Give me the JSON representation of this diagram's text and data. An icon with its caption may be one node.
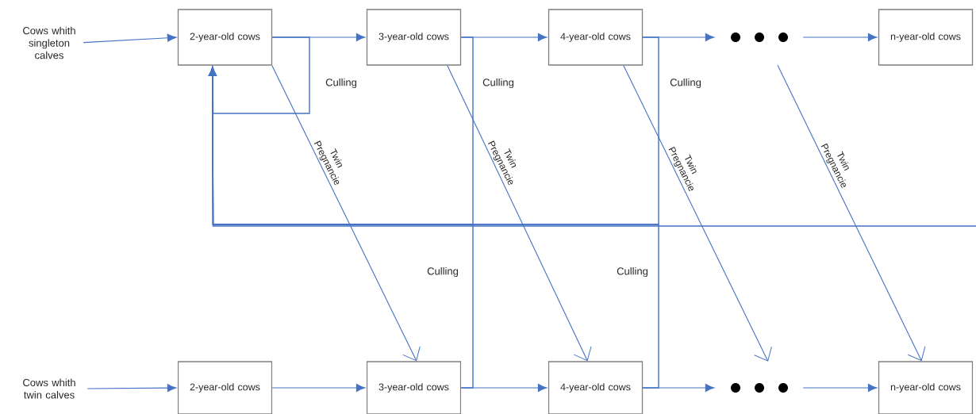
{
  "diagram": {
    "nodes": [
      {
        "text": [
          "Cows whith singleton calves"
        ]
      },
      {
        "text": [
          "2-year-old cows"
        ]
      },
      {
        "text": [
          "3-year-old cows"
        ]
      },
      {
        "text": [
          "4-year-old cows"
        ]
      },
      {
        "text": [],
        "shape": "dots"
      },
      {
        "text": [
          "n-year-old cows"
        ]
      },
      {
        "text": [
          "Cows whith twin calves"
        ]
      },
      {
        "text": [
          "2-year-old cows"
        ]
      },
      {
        "text": [
          "3-year-old cows"
        ]
      },
      {
        "text": [
          "4-year-old cows"
        ]
      },
      {
        "text": [],
        "shape": "dots"
      },
      {
        "text": [
          "n-year-old cows"
        ]
      }
    ],
    "edges": [
      {
        "from": 0,
        "to": 1,
        "arrow": "to"
      },
      {
        "from": 1,
        "to": 2,
        "arrow": "to"
      },
      {
        "from": 2,
        "to": 3,
        "arrow": "to"
      },
      {
        "from": 3,
        "to": 4,
        "arrow": "to"
      },
      {
        "from": 4,
        "to": 5,
        "arrow": "to"
      },
      {
        "from": 6,
        "to": 7,
        "arrow": "to"
      },
      {
        "from": 7,
        "to": 8,
        "arrow": "to"
      },
      {
        "from": 8,
        "to": 9,
        "arrow": "to"
      },
      {
        "from": 9,
        "to": 10,
        "arrow": "to"
      },
      {
        "from": 10,
        "to": 11,
        "arrow": "to"
      },
      {
        "from": 1,
        "to": 8,
        "arrow": "to",
        "label": "Twin Pregnancie"
      },
      {
        "from": 2,
        "to": 9,
        "arrow": "to",
        "label": "Twin Pregnancie"
      },
      {
        "from": 3,
        "to": 10,
        "arrow": "to",
        "label": "Twin Pregnancie"
      },
      {
        "from": 4,
        "to": 11,
        "arrow": "to",
        "label": "Twin Pregnancie"
      },
      {
        "from": 1,
        "to": 1,
        "arrow": "to",
        "label": "Culling"
      },
      {
        "from": 2,
        "to": 1,
        "arrow": "to",
        "label": "Culling"
      },
      {
        "from": 8,
        "to": 1,
        "arrow": "to",
        "label": "Culling"
      },
      {
        "from": 3,
        "to": 1,
        "arrow": "to",
        "label": "Culling"
      },
      {
        "from": 9,
        "to": 1,
        "arrow": "to",
        "label": "Culling"
      },
      {
        "from": null,
        "to": 1,
        "arrow": "to"
      }
    ]
  }
}
